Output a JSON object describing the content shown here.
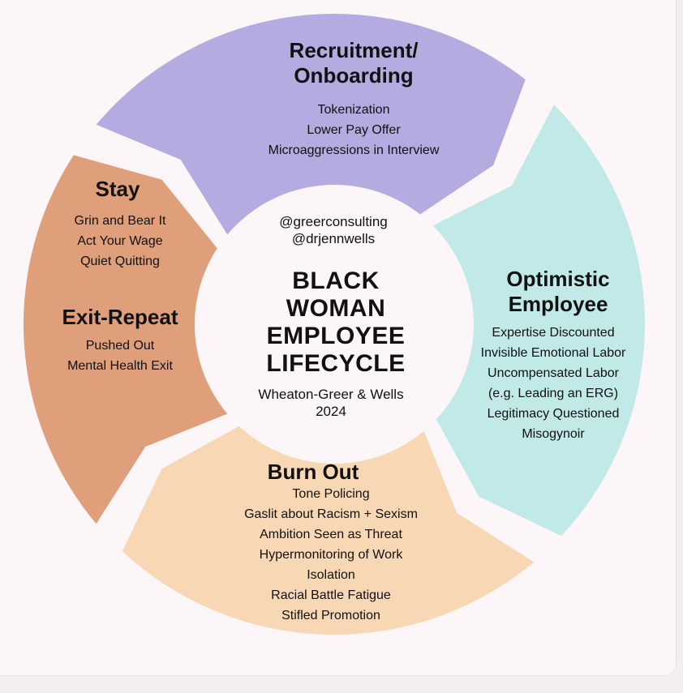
{
  "colors": {
    "recruitment": "#b4abe0",
    "optimistic": "#c0e9e7",
    "burnout": "#f8d8b4",
    "stay": "#df9f7b",
    "background": "#fcf6f9"
  },
  "center": {
    "handles": [
      "@greerconsulting",
      "@drjennwells"
    ],
    "title": [
      "BLACK",
      "WOMAN",
      "EMPLOYEE",
      "LIFECYCLE"
    ],
    "authors": "Wheaton-Greer & Wells",
    "year": "2024"
  },
  "stages": {
    "recruitment": {
      "title": [
        "Recruitment/",
        "Onboarding"
      ],
      "items": [
        "Tokenization",
        "Lower Pay Offer",
        "Microaggressions in Interview"
      ]
    },
    "optimistic": {
      "title": [
        "Optimistic",
        "Employee"
      ],
      "items": [
        "Expertise Discounted",
        "Invisible Emotional Labor",
        "Uncompensated Labor",
        "(e.g. Leading an ERG)",
        "Legitimacy Questioned",
        "Misogynoir"
      ]
    },
    "burnout": {
      "title": "Burn Out",
      "items": [
        "Tone Policing",
        "Gaslit about Racism + Sexism",
        "Ambition Seen as Threat",
        "Hypermonitoring of Work",
        "Isolation",
        "Racial Battle Fatigue",
        "Stifled Promotion"
      ]
    },
    "stay": {
      "title": "Stay",
      "items": [
        "Grin and Bear It",
        "Act Your Wage",
        "Quiet Quitting"
      ]
    },
    "exit": {
      "title": "Exit-Repeat",
      "items": [
        "Pushed Out",
        "Mental Health Exit"
      ]
    }
  }
}
